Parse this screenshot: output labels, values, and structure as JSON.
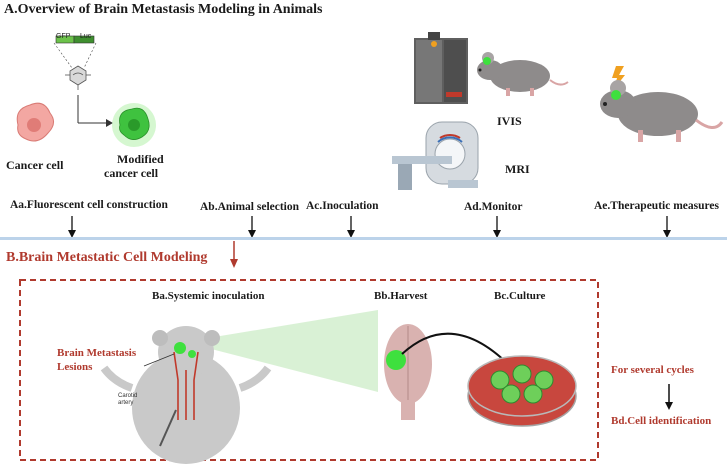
{
  "section_a": {
    "title": "A.Overview of Brain Metastasis Modeling in Animals",
    "vector_labels": [
      "GFP",
      "Luc"
    ],
    "cancer_cell": "Cancer cell",
    "modified_cell": [
      "Modified",
      "cancer cell"
    ],
    "ivis": "IVIS",
    "mri": "MRI",
    "steps": [
      "Aa.Fluorescent cell construction",
      "Ab.Animal selection",
      "Ac.Inoculation",
      "Ad.Monitor",
      "Ae.Therapeutic measures"
    ]
  },
  "section_b": {
    "title": "B.Brain Metastatic Cell Modeling",
    "systemic": "Ba.Systemic inoculation",
    "harvest": "Bb.Harvest",
    "culture": "Bc.Culture",
    "lesions": [
      "Brain Metastasis",
      "Lesions"
    ],
    "carotid": [
      "Carotid",
      "artery"
    ],
    "cycles": "For several cycles",
    "identification": "Bd.Cell identification"
  },
  "colors": {
    "accent_red": "#b03a2e",
    "divider_blue": "#bcd3ea",
    "gfp_green": "#43c043",
    "mouse_gray": "#8e8b8b",
    "dish_red": "#c8473e"
  }
}
